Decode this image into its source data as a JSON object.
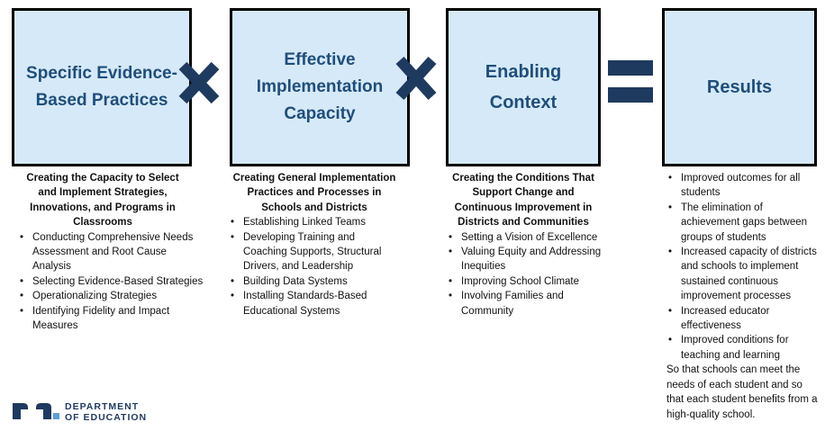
{
  "boxes": [
    {
      "title": "Specific Evidence-Based Practices"
    },
    {
      "title": "Effective Implementation Capacity"
    },
    {
      "title": "Enabling Context"
    },
    {
      "title": "Results"
    }
  ],
  "operators": [
    "times-icon",
    "times-icon",
    "equals-icon"
  ],
  "colors": {
    "box_fill": "#d6e9f8",
    "box_text": "#1f4e79",
    "operator": "#1f3a5f"
  },
  "columns": [
    {
      "heading": "Creating the Capacity to Select and Implement Strategies, Innovations, and Programs in Classrooms",
      "items": [
        "Conducting Comprehensive Needs Assessment and Root Cause Analysis",
        "Selecting Evidence-Based Strategies",
        "Operationalizing Strategies",
        "Identifying Fidelity and Impact Measures"
      ]
    },
    {
      "heading": "Creating General Implementation Practices and Processes in Schools and Districts",
      "items": [
        "Establishing Linked Teams",
        "Developing Training and Coaching Supports, Structural Drivers, and Leadership",
        "Building Data Systems",
        "Installing Standards-Based Educational Systems"
      ]
    },
    {
      "heading": "Creating the Conditions That Support Change and Continuous Improvement in Districts and Communities",
      "items": [
        "Setting a Vision of Excellence",
        "Valuing Equity and Addressing Inequities",
        "Improving School Climate",
        "Involving Families and Community"
      ]
    },
    {
      "heading": "",
      "items": [
        "Improved outcomes for all students",
        "The elimination of achievement gaps between groups of students",
        "Increased capacity of districts and schools to implement sustained continuous improvement processes",
        "Increased educator effectiveness",
        "Improved conditions for teaching and learning"
      ],
      "closing": "So that schools can meet the needs of each student and so that each student benefits from a high-quality school."
    }
  ],
  "logo": {
    "line1": "DEPARTMENT",
    "line2": "OF EDUCATION",
    "icon": "mn-logo-icon"
  }
}
